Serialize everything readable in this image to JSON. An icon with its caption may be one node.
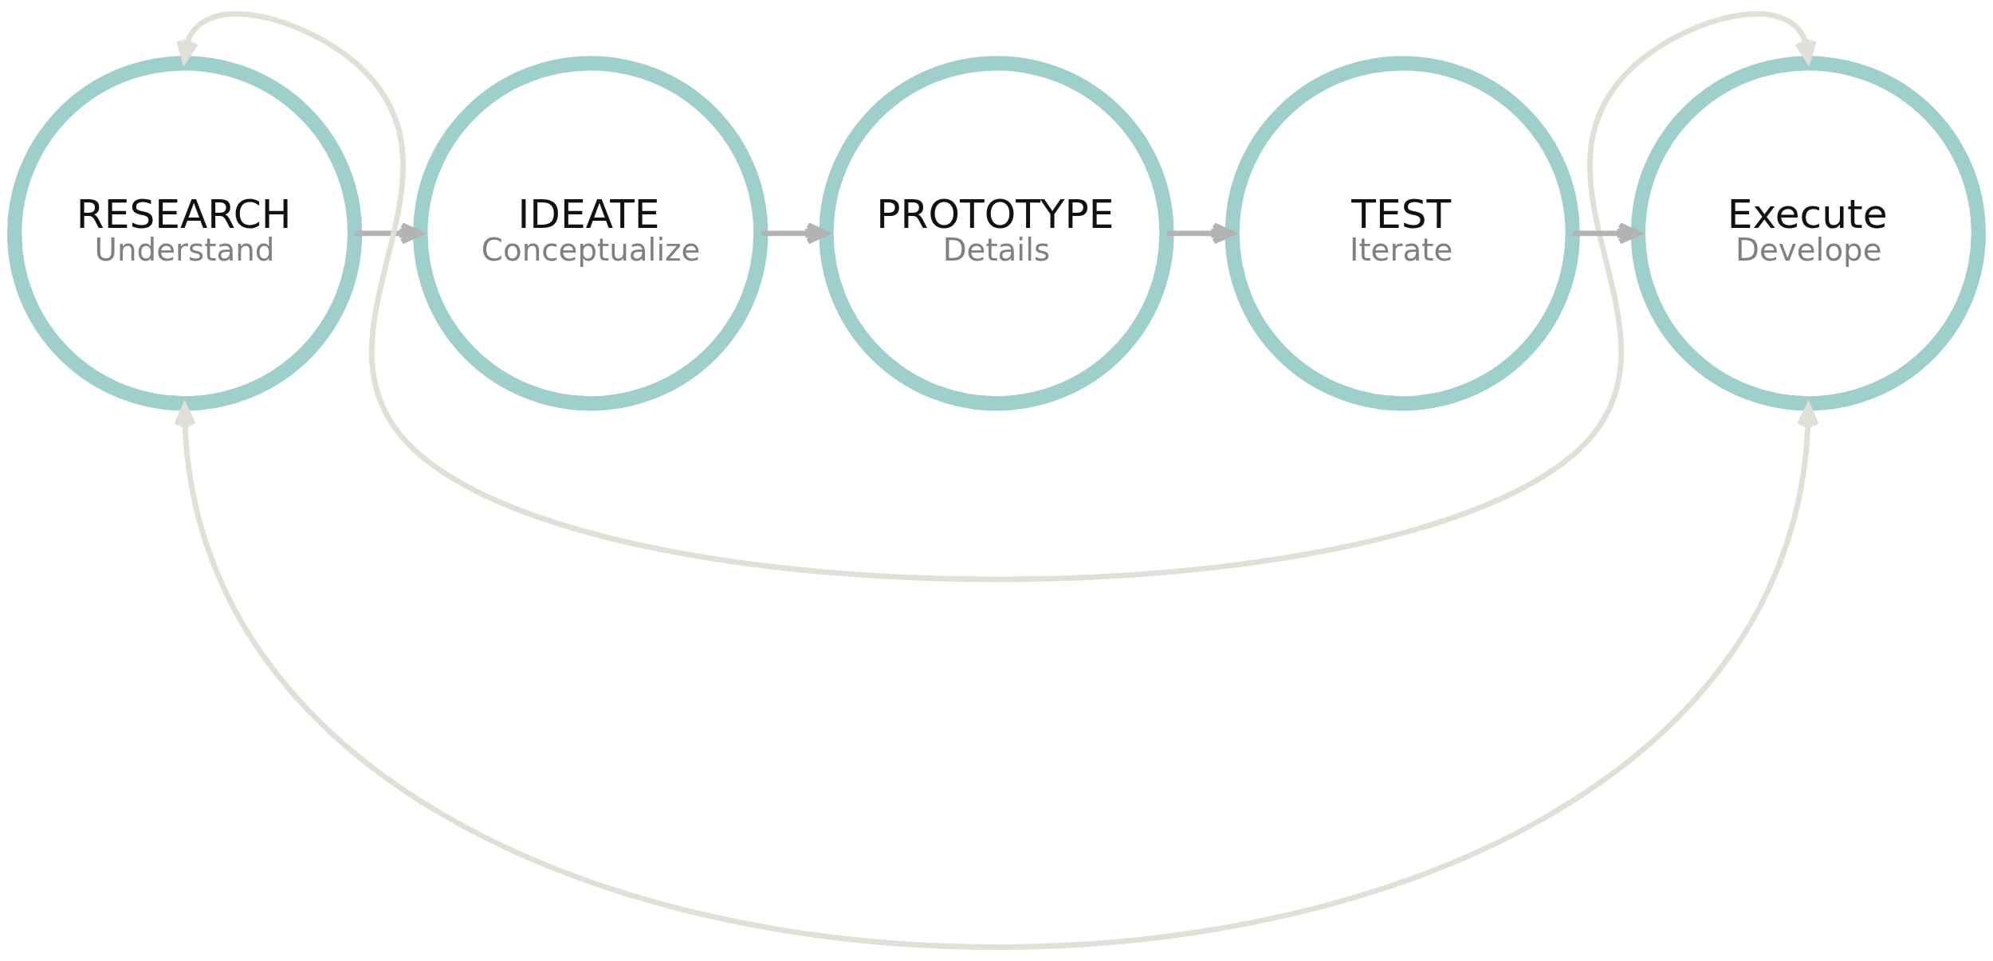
{
  "diagram": {
    "nodes": [
      {
        "text": [
          "RESEARCH",
          "Understand"
        ]
      },
      {
        "text": [
          "IDEATE",
          "Conceptualize"
        ]
      },
      {
        "text": [
          "PROTOTYPE",
          "Details"
        ]
      },
      {
        "text": [
          "TEST",
          "Iterate"
        ]
      },
      {
        "text": [
          "Execute",
          "Develope"
        ]
      }
    ],
    "edges": [
      {
        "from": 0,
        "to": 1,
        "arrow": "to"
      },
      {
        "from": 1,
        "to": 2,
        "arrow": "to"
      },
      {
        "from": 2,
        "to": 3,
        "arrow": "to"
      },
      {
        "from": 3,
        "to": 4,
        "arrow": "to"
      },
      {
        "from": 0,
        "to": 4,
        "arrow": "both",
        "color": "#e0e0d8"
      },
      {
        "from": 0,
        "to": 4,
        "arrow": "both",
        "color": "#e0e0d8"
      }
    ]
  }
}
